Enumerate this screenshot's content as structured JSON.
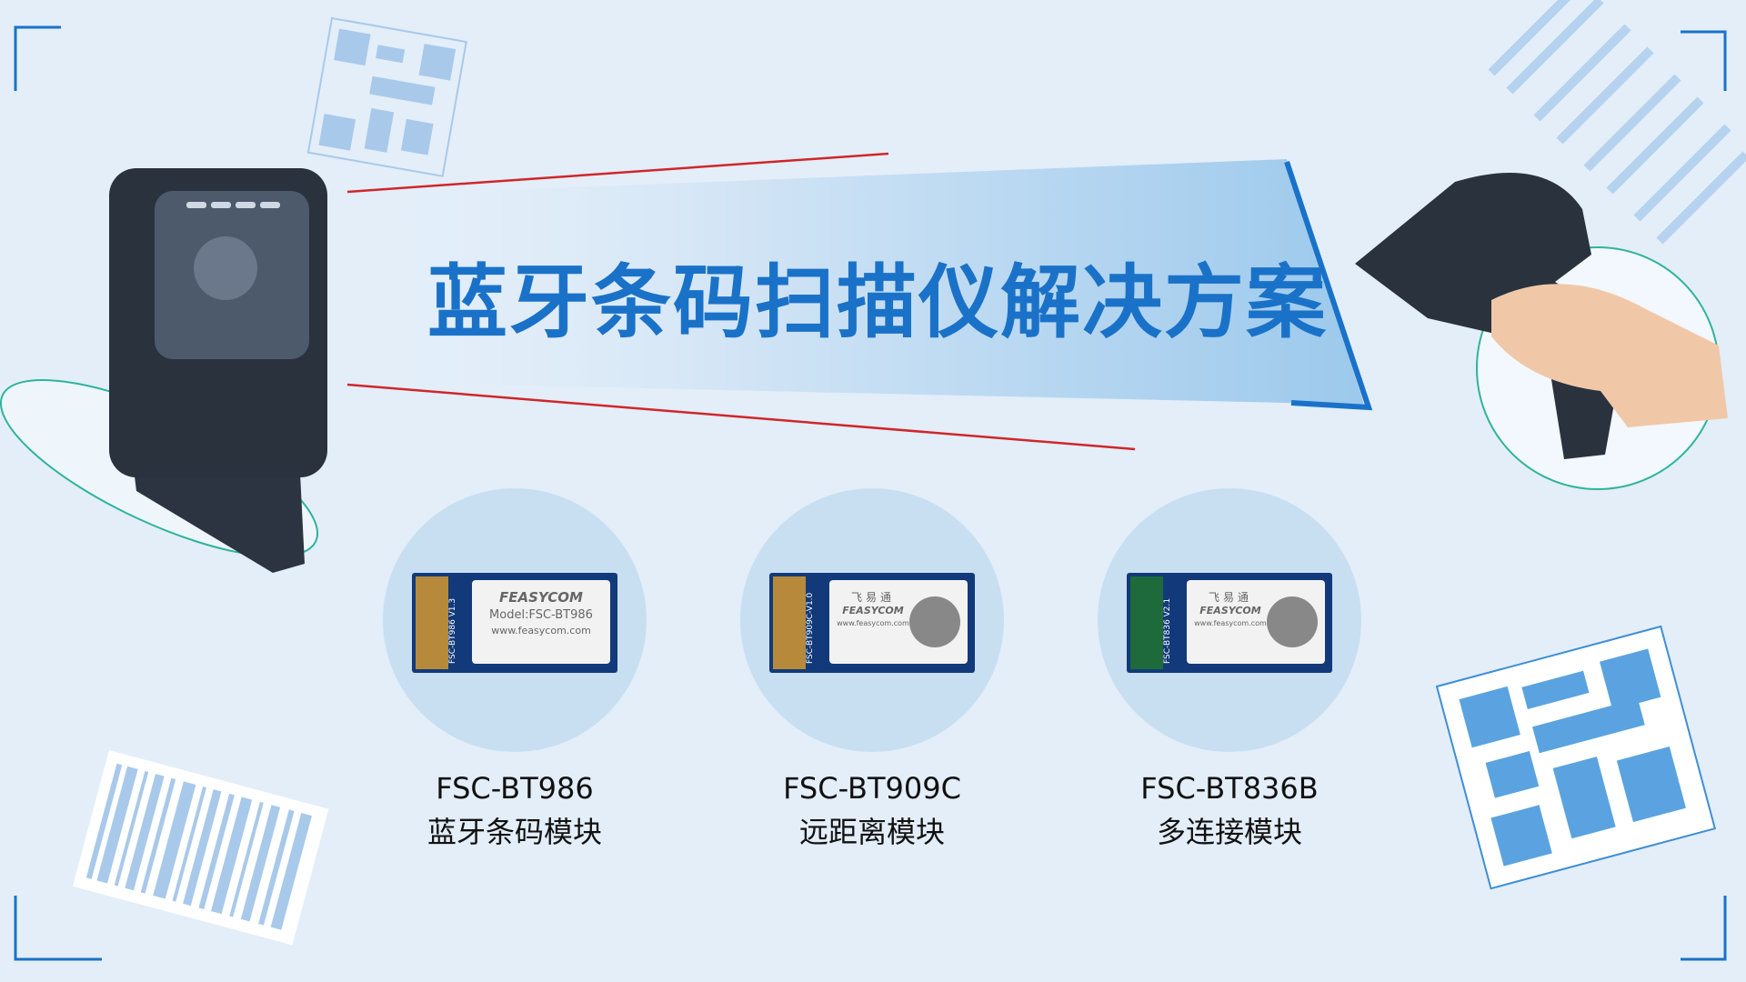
{
  "title": "蓝牙条码扫描仪解决方案",
  "colors": {
    "accent": "#1a72c8",
    "background": "#e3eef9",
    "red_line": "#d0262a"
  },
  "modules": [
    {
      "model": "FSC-BT986",
      "desc": "蓝牙条码模块",
      "brand": "FEASYCOM",
      "line1": "Model:FSC-BT986",
      "line2": "www.feasycom.com",
      "side": "FSC-BT986 V1.3"
    },
    {
      "model": "FSC-BT909C",
      "desc": "远距离模块",
      "brand": "FEASYCOM",
      "cn": "飞易通",
      "line2": "www.feasycom.com",
      "side": "FSC-BT909C-V1.0"
    },
    {
      "model": "FSC-BT836B",
      "desc": "多连接模块",
      "brand": "FEASYCOM",
      "cn": "飞易通",
      "line2": "www.feasycom.com",
      "side": "FSC-BT836 V2.1"
    }
  ]
}
